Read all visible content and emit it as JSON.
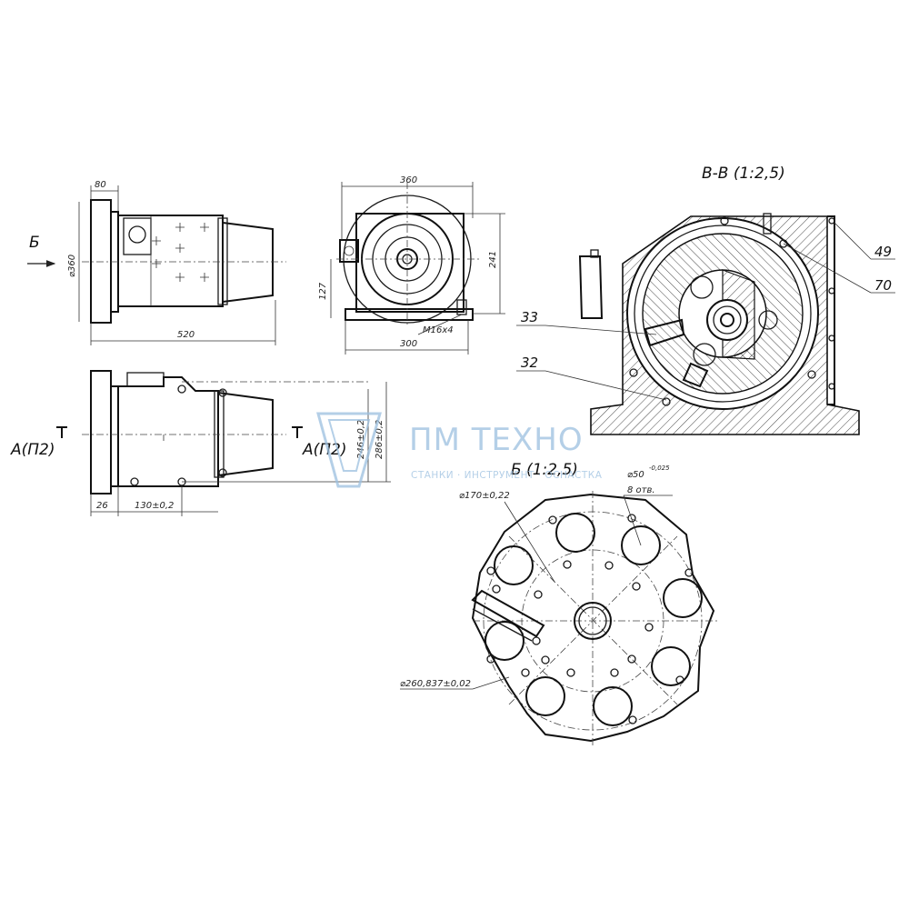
{
  "view_labels": {
    "arrow_b": "Б",
    "section_vv": "В-В (1:2,5)",
    "view_b": "Б (1:2,5)",
    "section_a_left": "А(П2)",
    "section_a_right": "А(П2)"
  },
  "dimensions": {
    "d80": "80",
    "d360_dia": "⌀360",
    "d520": "520",
    "d360_top": "360",
    "d241": "241",
    "d127": "127",
    "m16": "M16x4",
    "d300": "300",
    "d26": "26",
    "d130": "130±0,2",
    "d246": "246±0,2",
    "d286": "286±0,2",
    "d50": "⌀50",
    "d50_tol": "-0,025",
    "holes": "8 отв.",
    "d170": "⌀170±0,22",
    "d260": "⌀260,837±0,02"
  },
  "callouts": {
    "c49": "49",
    "c70": "70",
    "c33": "33",
    "c32": "32"
  },
  "watermark": {
    "brand": "ПМ ТЕХНО",
    "tagline": "СТАНКИ · ИНСТРУМЕНТ · ОСНАСТКА",
    "color": "#9cc0e0"
  }
}
